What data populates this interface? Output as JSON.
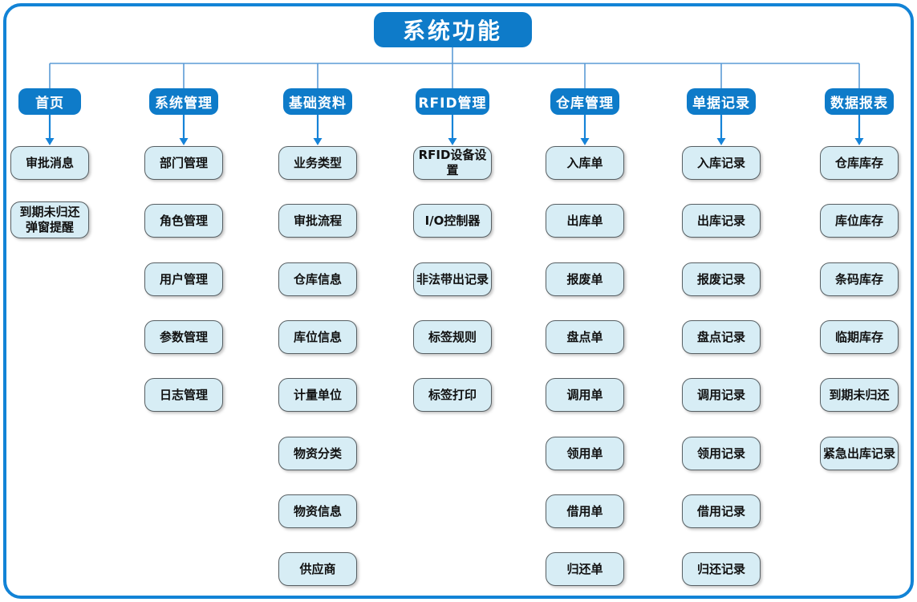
{
  "diagram": {
    "title": "系统功能",
    "columns": [
      {
        "header": "首页",
        "children": [
          "审批消息",
          "到期未归还\n弹窗提醒"
        ]
      },
      {
        "header": "系统管理",
        "children": [
          "部门管理",
          "角色管理",
          "用户管理",
          "参数管理",
          "日志管理"
        ]
      },
      {
        "header": "基础资料",
        "children": [
          "业务类型",
          "审批流程",
          "仓库信息",
          "库位信息",
          "计量单位",
          "物资分类",
          "物资信息",
          "供应商"
        ]
      },
      {
        "header": "RFID管理",
        "children": [
          "RFID设备设置",
          "I/O控制器",
          "非法带出记录",
          "标签规则",
          "标签打印"
        ]
      },
      {
        "header": "仓库管理",
        "children": [
          "入库单",
          "出库单",
          "报废单",
          "盘点单",
          "调用单",
          "领用单",
          "借用单",
          "归还单"
        ]
      },
      {
        "header": "单据记录",
        "children": [
          "入库记录",
          "出库记录",
          "报废记录",
          "盘点记录",
          "调用记录",
          "领用记录",
          "借用记录",
          "归还记录"
        ]
      },
      {
        "header": "数据报表",
        "children": [
          "仓库库存",
          "库位库存",
          "条码库存",
          "临期库存",
          "到期未归还",
          "紧急出库记录"
        ]
      }
    ],
    "colors": {
      "node_blue": "#0e7bc9",
      "child_fill": "#d7edf5",
      "child_border": "#575f63",
      "connector_line": "#5b9bd5",
      "arrow_blue": "#1583d8",
      "frame_border": "#1283d6"
    }
  }
}
